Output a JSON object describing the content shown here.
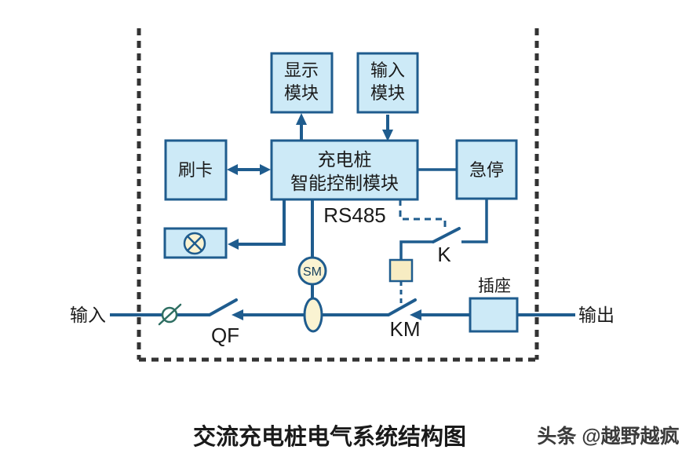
{
  "title": "交流充电桩电气系统结构图",
  "watermark": "头条 @越野越疯",
  "colors": {
    "box_fill": "#cdeaf7",
    "box_border": "#1f5c8e",
    "line": "#1f5c8e",
    "cream_fill": "#faf3d2",
    "coil_fill": "#f7ecc2",
    "dashed_border": "#333333",
    "text": "#1a1a1a",
    "breaker_symbol": "#2e6e62"
  },
  "diagram": {
    "modules": {
      "display": {
        "line1": "显示",
        "line2": "模块"
      },
      "input": {
        "line1": "输入",
        "line2": "模块"
      },
      "card": {
        "label": "刷卡"
      },
      "controller": {
        "line1": "充电桩",
        "line2": "智能控制模块"
      },
      "estop": {
        "label": "急停"
      },
      "socket": {
        "label": "插座"
      }
    },
    "labels": {
      "rs485": "RS485",
      "sm": "SM",
      "k": "K",
      "km": "KM",
      "qf": "QF",
      "input_terminal": "输入",
      "output_terminal": "输出"
    }
  }
}
